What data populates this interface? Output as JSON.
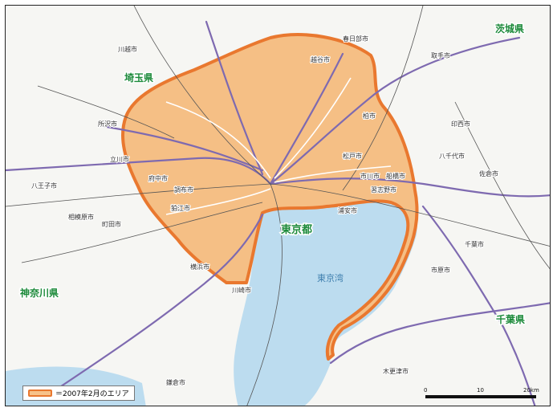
{
  "map": {
    "prefectures": {
      "ibaraki": "茨城県",
      "saitama": "埼玉県",
      "tokyo": "東京都",
      "kanagawa": "神奈川県",
      "chiba": "千葉県"
    },
    "bay_name": "東京湾",
    "cities": [
      {
        "id": "kawagoe",
        "name": "川越市"
      },
      {
        "id": "tokorozawa",
        "name": "所沢市"
      },
      {
        "id": "hachioji",
        "name": "八王子市"
      },
      {
        "id": "tachikawa",
        "name": "立川市"
      },
      {
        "id": "fuchu",
        "name": "府中市"
      },
      {
        "id": "chofu",
        "name": "調布市"
      },
      {
        "id": "komae",
        "name": "狛江市"
      },
      {
        "id": "machida",
        "name": "町田市"
      },
      {
        "id": "sagamihara",
        "name": "相模原市"
      },
      {
        "id": "yokohama",
        "name": "横浜市"
      },
      {
        "id": "kawasaki",
        "name": "川崎市"
      },
      {
        "id": "kamakura",
        "name": "鎌倉市"
      },
      {
        "id": "kashiwa",
        "name": "柏市"
      },
      {
        "id": "matsudo",
        "name": "松戸市"
      },
      {
        "id": "ichikawa",
        "name": "市川市"
      },
      {
        "id": "funabashi",
        "name": "船橋市"
      },
      {
        "id": "narashino",
        "name": "習志野市"
      },
      {
        "id": "chiba_city",
        "name": "千葉市"
      },
      {
        "id": "ichihara",
        "name": "市原市"
      },
      {
        "id": "urayasu",
        "name": "浦安市"
      },
      {
        "id": "koshigaya",
        "name": "越谷市"
      },
      {
        "id": "kasukabe",
        "name": "春日部市"
      },
      {
        "id": "yachiyo",
        "name": "八千代市"
      },
      {
        "id": "sakura",
        "name": "佐倉市"
      },
      {
        "id": "inzai",
        "name": "印西市"
      },
      {
        "id": "toride",
        "name": "取手市"
      },
      {
        "id": "kisarazu",
        "name": "木更津市"
      }
    ]
  },
  "legend": {
    "label": "＝2007年2月のエリア"
  },
  "scale": {
    "ticks": [
      "0",
      "10",
      "20km"
    ]
  },
  "colors": {
    "sea": "#bcdcef",
    "land": "#f6f6f3",
    "area_fill": "#f5bf85",
    "area_border": "#e9782f",
    "roads": "#7e6ab0",
    "prefecture_label": "#1c8a3a"
  }
}
